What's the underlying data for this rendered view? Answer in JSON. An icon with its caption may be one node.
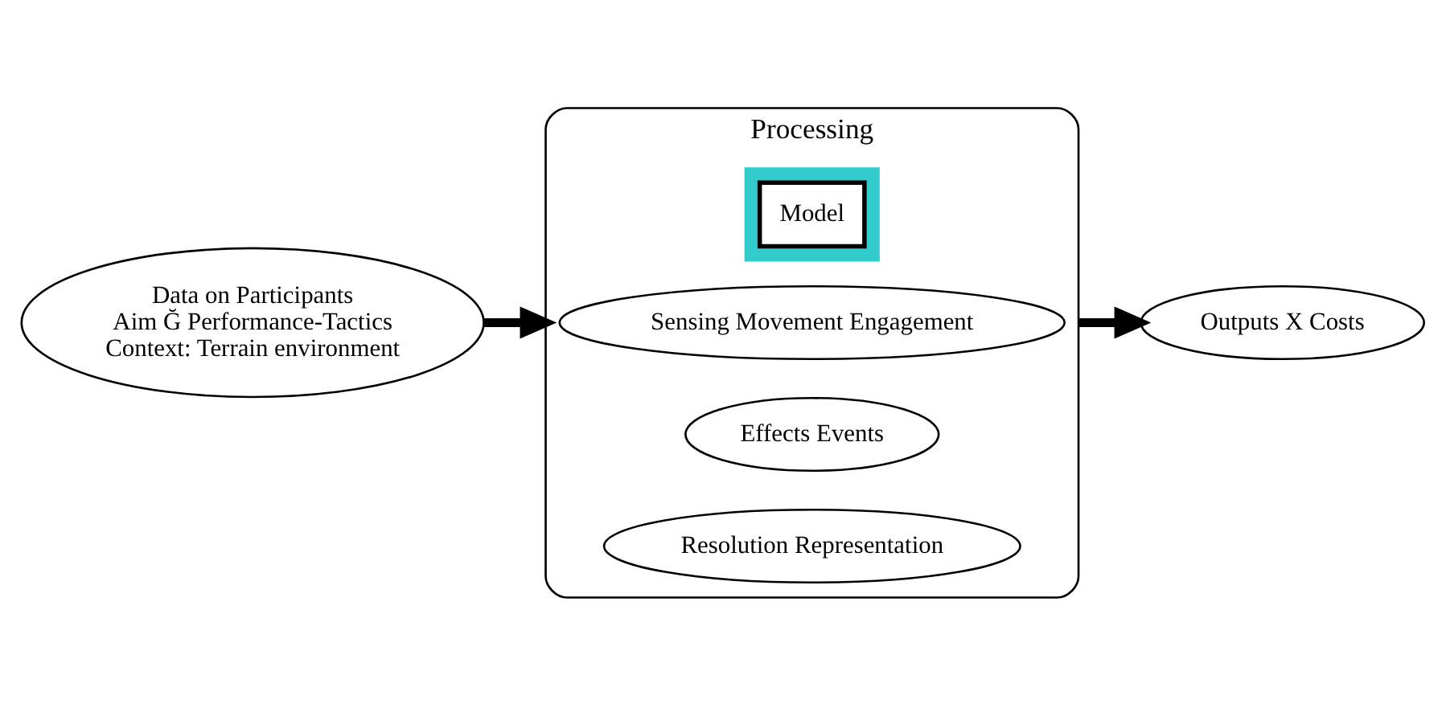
{
  "diagram": {
    "nodes": [
      {
        "text": [
          "Data on Participants",
          "Aim Ğ Performance-Tactics",
          "Context: Terrain environment"
        ]
      },
      {
        "text": [
          "Processing"
        ]
      },
      {
        "text": [
          "Sensing Movement Engagement"
        ],
        "in": 1
      },
      {
        "text": [],
        "shape": "band",
        "in": 1
      },
      {
        "text": [
          "Model"
        ],
        "in": 3
      },
      {
        "text": [
          "Effects Events"
        ],
        "in": 1
      },
      {
        "text": [
          "Resolution Representation"
        ],
        "in": 1
      },
      {
        "text": [
          "Outputs X Costs"
        ]
      }
    ],
    "edges": [
      {
        "from": 0,
        "to": 1,
        "arrow": "to"
      },
      {
        "from": 1,
        "to": 7,
        "arrow": "to"
      }
    ]
  }
}
